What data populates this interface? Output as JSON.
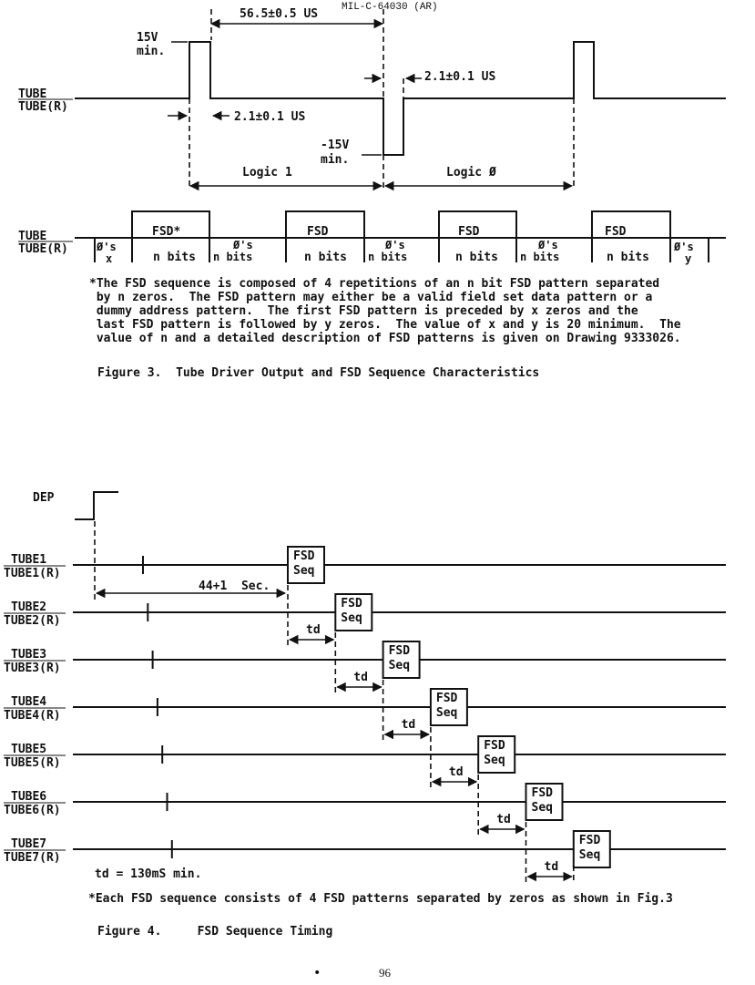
{
  "header": {
    "doc_id": "MIL-C-64030 (AR)"
  },
  "figure3": {
    "dim_top": "56.5±0.5 US",
    "v15": [
      "15V",
      "min."
    ],
    "vminus15": [
      "-15V",
      "min."
    ],
    "pulse_width_1": "2.1±0.1 US",
    "pulse_width_2": "2.1±0.1 US",
    "signal_tube": "TUBE",
    "signal_tube_r": "TUBE(R)",
    "logic1": "Logic 1",
    "logic0": "Logic Ø",
    "seq_tube": "TUBE",
    "seq_tube_r": "TUBE(R)",
    "zero_groups": [
      {
        "top": "Ø's",
        "bottom": "x"
      },
      {
        "top": "Ø's",
        "bottom": "n bits"
      },
      {
        "top": "Ø's",
        "bottom": "n bits"
      },
      {
        "top": "Ø's",
        "bottom": "n bits"
      },
      {
        "top": "Ø's",
        "bottom": "y"
      }
    ],
    "fsd_blocks": [
      {
        "label": "FSD*",
        "bits": "n bits"
      },
      {
        "label": "FSD",
        "bits": "n bits"
      },
      {
        "label": "FSD",
        "bits": "n bits"
      },
      {
        "label": "FSD",
        "bits": "n bits"
      }
    ],
    "note_lines": [
      "*The FSD sequence is composed of 4 repetitions of an n bit FSD pattern separated",
      " by n zeros.  The FSD pattern may either be a valid field set data pattern or a",
      " dummy address pattern.  The first FSD pattern is preceded by x zeros and the",
      " last FSD pattern is followed by y zeros.  The value of x and y is 20 minimum.  The",
      " value of n and a detailed description of FSD patterns is given on Drawing 9333026."
    ],
    "caption": "Figure 3.  Tube Driver Output and FSD Sequence Characteristics"
  },
  "figure4": {
    "dep": "DEP",
    "delay": "44+1  Sec.",
    "td_label": "td",
    "fsd_box": [
      "FSD",
      "Seq"
    ],
    "tubes": [
      {
        "name": "TUBE1",
        "name_r": "TUBE1(R)"
      },
      {
        "name": "TUBE2",
        "name_r": "TUBE2(R)"
      },
      {
        "name": "TUBE3",
        "name_r": "TUBE3(R)"
      },
      {
        "name": "TUBE4",
        "name_r": "TUBE4(R)"
      },
      {
        "name": "TUBE5",
        "name_r": "TUBE5(R)"
      },
      {
        "name": "TUBE6",
        "name_r": "TUBE6(R)"
      },
      {
        "name": "TUBE7",
        "name_r": "TUBE7(R)"
      }
    ],
    "td_min": "td = 130mS min.",
    "note": "*Each FSD sequence consists of 4 FSD patterns separated by zeros as shown in Fig.3",
    "caption": "Figure 4.     FSD Sequence Timing"
  },
  "footer": {
    "page_number": "96"
  }
}
